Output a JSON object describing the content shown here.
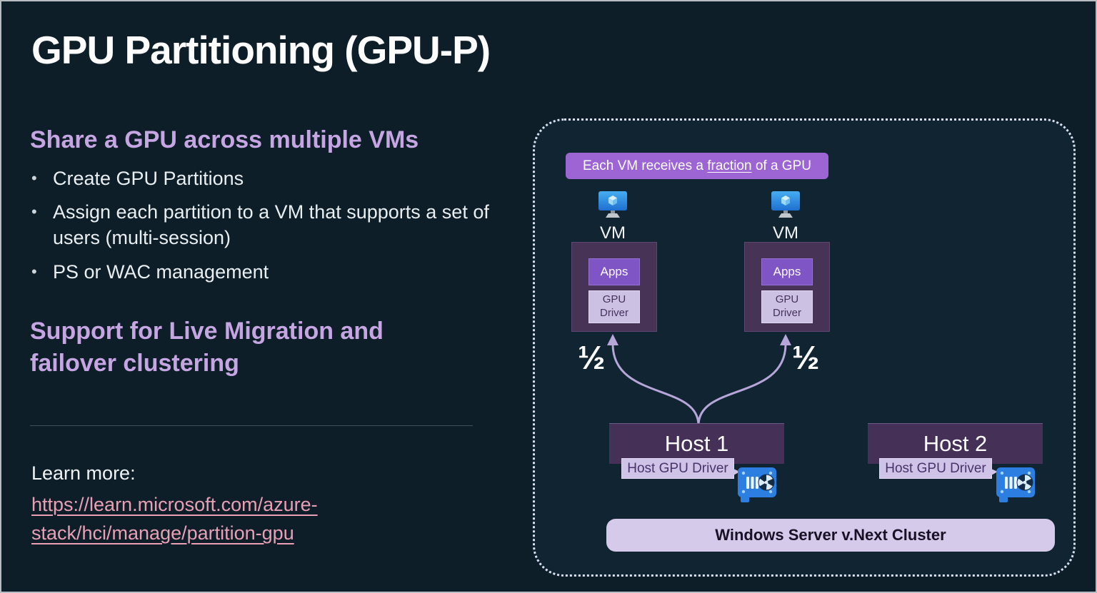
{
  "title": "GPU Partitioning (GPU-P)",
  "left": {
    "heading1": "Share a GPU across multiple VMs",
    "bullets": [
      "Create GPU Partitions",
      "Assign each partition to a VM that supports a set of users (multi-session)",
      "PS or WAC management"
    ],
    "heading2": "Support for Live Migration and failover clustering",
    "learn_more_label": "Learn more:",
    "url_lines": [
      "https://learn.microsoft.com/azure-",
      "stack/hci/manage/partition-gpu"
    ]
  },
  "diagram": {
    "banner": {
      "before": "Each VM receives a ",
      "underline": "fraction",
      "after": " of a GPU"
    },
    "vms": [
      {
        "label": "VM",
        "apps_label": "Apps",
        "driver_label": "GPU Driver",
        "fraction": "½"
      },
      {
        "label": "VM",
        "apps_label": "Apps",
        "driver_label": "GPU Driver",
        "fraction": "½"
      }
    ],
    "hosts": [
      {
        "name": "Host 1",
        "driver_label": "Host GPU Driver"
      },
      {
        "name": "Host 2",
        "driver_label": "Host GPU Driver"
      }
    ],
    "cluster_label": "Windows Server v.Next Cluster"
  },
  "colors": {
    "background": "#0d1e28",
    "panel_background": "#112431",
    "heading_lavender": "#c5a6e3",
    "link_pink": "#e9a0b5",
    "banner_purple": "#9d64d4",
    "partition_box_purple": "#463355",
    "apps_purple": "#7f54c4",
    "driver_lavender": "#cdc1e3",
    "host_purple": "#453158",
    "cluster_lavender": "#d6caeb",
    "arrow_lavender": "#b7a6da",
    "vm_icon_blue": "#2f8fe8",
    "gpu_card_blue": "#2c7ee0"
  }
}
